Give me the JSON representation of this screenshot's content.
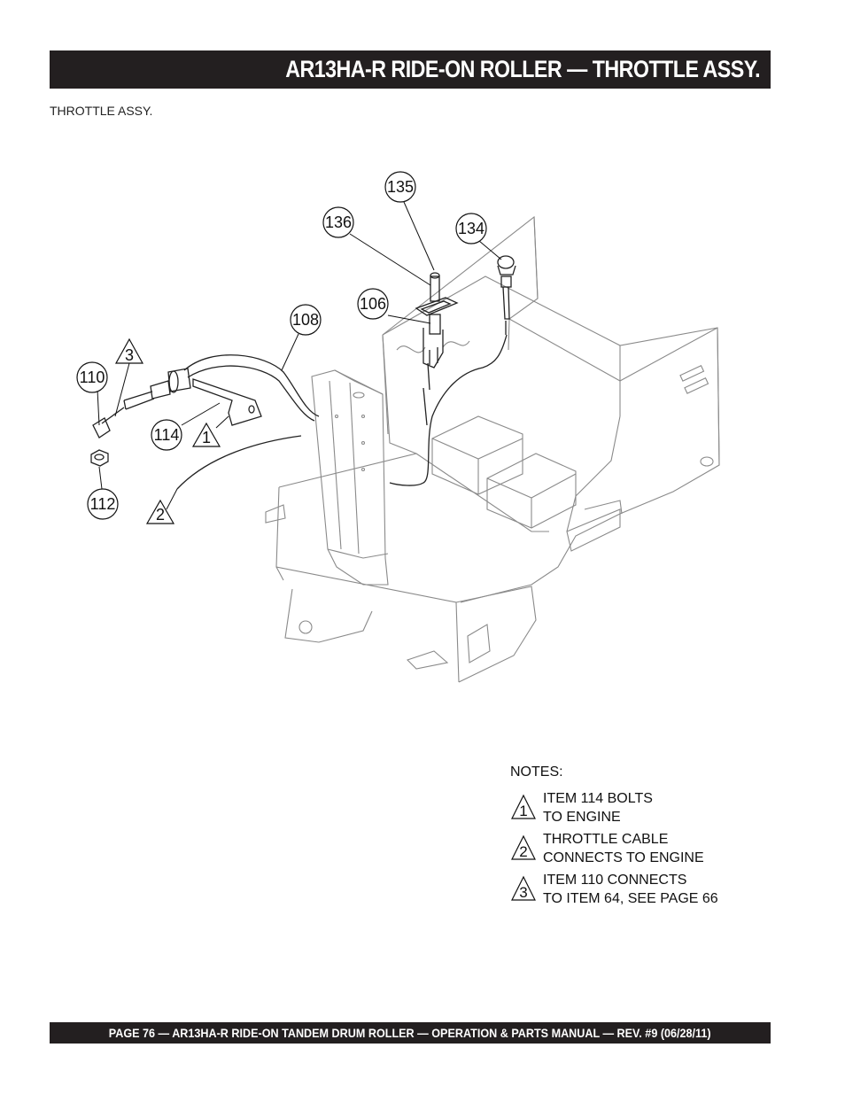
{
  "header": {
    "title": "AR13HA-R RIDE-ON ROLLER — THROTTLE ASSY."
  },
  "section": {
    "label": "THROTTLE ASSY."
  },
  "callouts": [
    {
      "id": "135",
      "text": "135"
    },
    {
      "id": "136",
      "text": "136"
    },
    {
      "id": "134",
      "text": "134"
    },
    {
      "id": "106",
      "text": "106"
    },
    {
      "id": "108",
      "text": "108"
    },
    {
      "id": "110",
      "text": "110"
    },
    {
      "id": "114",
      "text": "114"
    },
    {
      "id": "112",
      "text": "112"
    }
  ],
  "flags": [
    {
      "id": "3",
      "text": "3"
    },
    {
      "id": "1",
      "text": "1"
    },
    {
      "id": "2",
      "text": "2"
    }
  ],
  "notes": {
    "heading": "NOTES:",
    "items": [
      {
        "flag": "1",
        "line1": "ITEM 114 BOLTS",
        "line2": "TO ENGINE"
      },
      {
        "flag": "2",
        "line1": "THROTTLE CABLE",
        "line2": "CONNECTS TO ENGINE"
      },
      {
        "flag": "3",
        "line1": "ITEM 110 CONNECTS",
        "line2": "TO ITEM 64, SEE PAGE 66"
      }
    ]
  },
  "footer": {
    "text": "PAGE 76 — AR13HA-R RIDE-ON TANDEM DRUM ROLLER — OPERATION & PARTS MANUAL — REV. #9  (06/28/11)"
  }
}
